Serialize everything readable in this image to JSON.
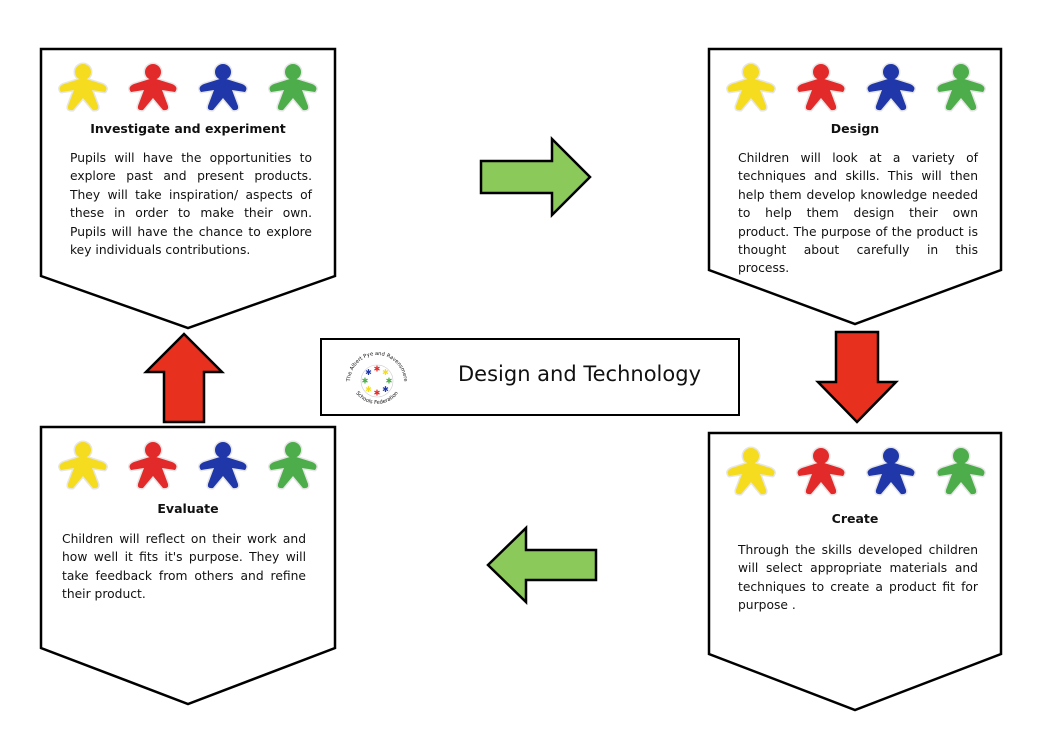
{
  "center": {
    "title": "Design and Technology",
    "logo_text": "The Albert Pye and Ravensmere Schools Federation"
  },
  "cards": [
    {
      "id": "investigate",
      "title": "Investigate and experiment",
      "body": "Pupils will have the opportunities to explore past and present products. They will take inspiration/ aspects of these in order to make their own. Pupils will have the chance to explore key individuals contributions."
    },
    {
      "id": "design",
      "title": "Design",
      "body": "Children will look at a variety of techniques and skills. This will then help them develop knowledge needed to help them design their own product. The purpose of the product is thought about carefully in this process."
    },
    {
      "id": "create",
      "title": "Create",
      "body": "Through the skills developed children will select appropriate materials and techniques to create a product fit for purpose ."
    },
    {
      "id": "evaluate",
      "title": "Evaluate",
      "body": "Children will reflect on their work and how well it fits it's purpose. They will take feedback from others and refine their product."
    }
  ],
  "figure_colors": [
    "#f5dc1e",
    "#e32a2a",
    "#1f37a8",
    "#4cad4a"
  ],
  "arrow_colors": {
    "green": "#8cc95b",
    "red": "#e8301f"
  }
}
